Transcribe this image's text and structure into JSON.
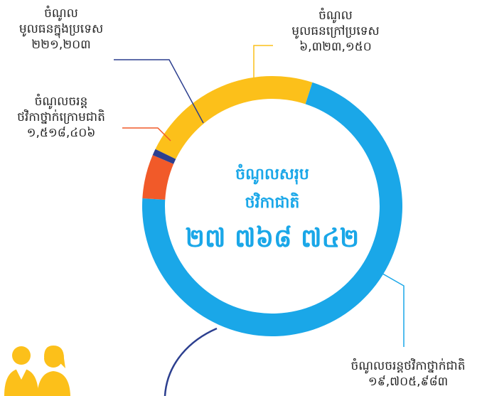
{
  "chart_data": {
    "type": "pie",
    "donut": true,
    "title": "",
    "center": {
      "line1": "ចំណូលសរុប",
      "line2": "ថវិកាជាតិ",
      "total": "២៧ ៧៦៨ ៧៤២"
    },
    "slices": [
      {
        "label_lines": [
          "ចំណូលចរន្តថវិកាថ្នាក់ជាតិ"
        ],
        "value_text": "១៩,៧០៥,៩៨៣",
        "value": 19705983,
        "color": "#1aa7e8"
      },
      {
        "label_lines": [
          "ចំណូល",
          "មូលធនក្រៅប្រទេស"
        ],
        "value_text": "៦,៣២៣,១៥០",
        "value": 6323150,
        "color": "#fcc01a"
      },
      {
        "label_lines": [
          "ចំណូល",
          "មូលធនក្នុងប្រទេស"
        ],
        "value_text": "២២១,២០៣",
        "value": 221203,
        "color": "#2c3f8f"
      },
      {
        "label_lines": [
          "ចំណូលចរន្ត",
          "ថវិកាថ្នាក់ក្រោមជាតិ"
        ],
        "value_text": "១,៥១៨,៤០៦",
        "value": 1518406,
        "color": "#f15a29"
      }
    ]
  },
  "icons": {
    "people": "people-icon"
  },
  "colors": {
    "accent": "#1aa7e8",
    "leader_arc": "#2c3f8f",
    "icon": "#fcc01a"
  }
}
